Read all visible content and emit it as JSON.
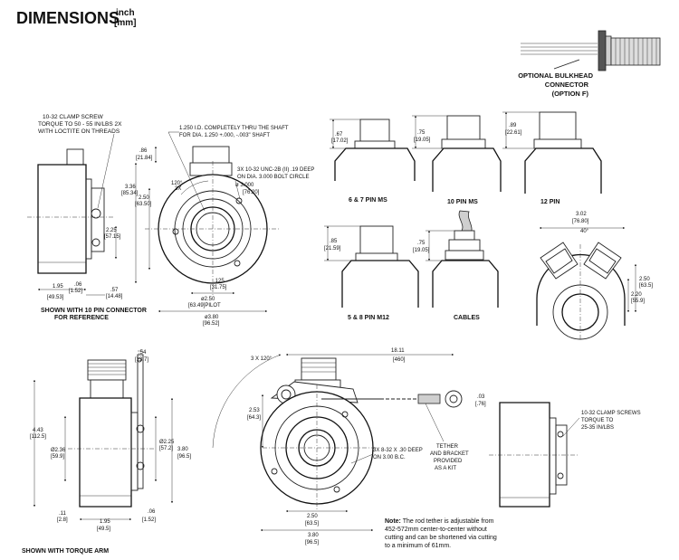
{
  "header": {
    "title": "DIMENSIONS",
    "unit_top": "inch",
    "unit_bottom": "[mm]"
  },
  "colors": {
    "ink": "#111111",
    "fill_grey": "#cfcfcf",
    "fill_dark": "#555555"
  },
  "bulkhead": {
    "label": [
      "OPTIONAL BULKHEAD",
      "CONNECTOR",
      "(OPTION F)"
    ]
  },
  "side_view": {
    "clamp_note": [
      "10-32 CLAMP SCREW",
      "TORQUE TO 50 - 55 IN/LBS  2X",
      "WITH LOCTITE ON THREADS"
    ],
    "dims": {
      "d86": ".86",
      "d86mm": "[21.84]",
      "d336": "3.36",
      "d336mm": "[85.34]",
      "d250": "2.50",
      "d250mm": "[63.50]",
      "d225": "2.25",
      "d225mm": "[57.15]",
      "d195": "1.95",
      "d195mm": "[49.53]",
      "d06": ".06",
      "d06mm": "[1.52]",
      "d57": ".57",
      "d57mm": "[14.48]"
    },
    "caption": [
      "SHOWN WITH 10 PIN CONNECTOR",
      "FOR REFERENCE"
    ]
  },
  "front_view": {
    "shaft_note": [
      "1.250 I.D. COMPLETELY THRU THE SHAFT",
      "FOR DIA. 1.250 +.000, -.003\" SHAFT"
    ],
    "hole_note": [
      "3X 10-32 UNC-2B (II) .19 DEEP",
      "ON DIA. 3.000 BOLT CIRCLE"
    ],
    "angle": "120°",
    "angle_count": "3X",
    "bc": "ø 3.000",
    "bc_mm": "[76.20]",
    "d125": ".125",
    "d125mm": "[31.75]",
    "pilot": "ø2.50",
    "pilot_mm": "[63.49]PILOT",
    "dia380": "ø3.80",
    "dia380_mm": "[96.52]"
  },
  "connectors": {
    "ms67": {
      "h": ".67",
      "hmm": "[17.02]",
      "label": "6 & 7 PIN MS"
    },
    "ms10": {
      "h": ".75",
      "hmm": "[19.05]",
      "label": "10 PIN MS"
    },
    "pin12": {
      "h": ".89",
      "hmm": "[22.61]",
      "label": "12 PIN"
    },
    "m12": {
      "h": ".85",
      "hmm": "[21.59]",
      "label": "5 & 8 PIN M12"
    },
    "cables": {
      "h": ".75",
      "hmm": "[19.05]",
      "label": "CABLES"
    },
    "twin": {
      "w": "3.02",
      "wmm": "[76.80]",
      "ang": "40°",
      "h1": "2.50",
      "h1mm": "[63.5]",
      "h2": "2.20",
      "h2mm": "[55.9]"
    }
  },
  "torque_side": {
    "d54": ".54",
    "d54mm": "[13.7]",
    "d443": "4.43",
    "d443mm": "[112.5]",
    "d236": "Ø2.36",
    "d236mm": "[59.9]",
    "d225": "Ø2.25",
    "d225mm": "[57.2]",
    "d380": "3.80",
    "d380mm": "[96.5]",
    "d11": ".11",
    "d11mm": "[2.8]",
    "d195": "1.95",
    "d195mm": "[49.5]",
    "d06": ".06",
    "d06mm": "[1.52]",
    "caption": "SHOWN WITH TORQUE ARM"
  },
  "torque_front": {
    "angle": "3 X 120°",
    "d1811": "18.11",
    "d1811mm": "[460]",
    "d253": "2.53",
    "d253mm": "[64.3]",
    "holes": [
      "3X 8-32  X .30 DEEP",
      "ON  3.00 B.C."
    ],
    "tether": [
      "TETHER",
      "AND BRACKET",
      "PROVIDED",
      "AS A KIT"
    ],
    "d03": ".03",
    "d03mm": "[.76]",
    "d250": "2.50",
    "d250mm": "[63.5]",
    "d380": "3.80",
    "d380mm": "[96.5]"
  },
  "torque_right": {
    "clamp": [
      "10-32 CLAMP SCREWS",
      "TORQUE TO",
      "25-35 IN/LBS"
    ]
  },
  "note": {
    "bold": "Note:",
    "lines": [
      " The rod tether is adjustable from",
      "452-572mm center-to-center without",
      "cutting and can be shortened via cutting",
      "to a minimum of 61mm."
    ]
  }
}
